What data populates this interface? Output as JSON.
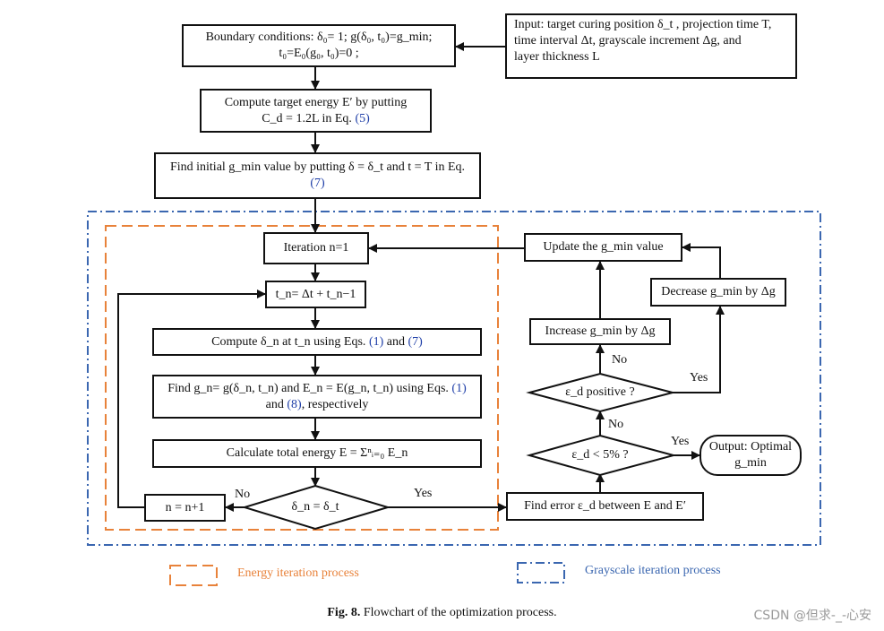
{
  "nodes": {
    "boundary": {
      "line1": "Boundary conditions: δ₀= 1;  g(δ₀, t₀)=g_min;",
      "line2": "t₀=E₀(g₀, t₀)=0 ;"
    },
    "input": {
      "line1": "Input: target curing position δ_t , projection time T,",
      "line2": "time interval Δt, grayscale increment Δg, and",
      "line3": "layer thickness L"
    },
    "target_energy": {
      "line1": "Compute target energy E′ by putting",
      "line2": "C_d = 1.2L in Eq.",
      "ref": "(5)"
    },
    "initial_gmin": {
      "line1": "Find initial g_min value by putting δ = δ_t and t = T in Eq.",
      "ref": "(7)"
    },
    "iteration": {
      "label": "Iteration  n=1"
    },
    "tn": {
      "label": "t_n= Δt + t_n−1"
    },
    "compute_delta": {
      "label": "Compute δ_n at t_n using Eqs.",
      "ref1": "(1)",
      "and": "and",
      "ref2": "(7)"
    },
    "find_g": {
      "line1": "Find g_n= g(δ_n, t_n) and E_n = E(g_n, t_n) using Eqs.",
      "ref1": "(1)",
      "line2a": "and",
      "ref2": "(8)",
      "line2b": ", respectively"
    },
    "total_energy": {
      "label": "Calculate total energy  E = Σⁿᵢ₌₀ E_n"
    },
    "decision_delta": {
      "label": "δ_n = δ_t"
    },
    "n_plus": {
      "label": "n = n+1"
    },
    "find_error": {
      "label": "Find error ε_d between E and E′"
    },
    "decision_5": {
      "label": "ε_d < 5% ?"
    },
    "output": {
      "line1": "Output: Optimal",
      "line2": "g_min"
    },
    "decision_positive": {
      "label": "ε_d positive ?"
    },
    "increase": {
      "label": "Increase g_min by Δg"
    },
    "decrease": {
      "label": "Decrease g_min by Δg"
    },
    "update": {
      "label": "Update the g_min value"
    }
  },
  "edge_labels": {
    "no_delta": "No",
    "yes_delta": "Yes",
    "yes_5": "Yes",
    "no_5": "No",
    "no_positive": "No",
    "yes_positive": "Yes"
  },
  "legend": {
    "energy": "Energy iteration process",
    "grayscale": "Grayscale iteration process"
  },
  "caption": {
    "label": "Fig. 8.",
    "text": "Flowchart of the optimization process."
  },
  "watermark": "CSDN @但求-_-心安",
  "colors": {
    "energy": "#e8823a",
    "grayscale": "#3b67b0",
    "reference": "#1f3fa8"
  }
}
